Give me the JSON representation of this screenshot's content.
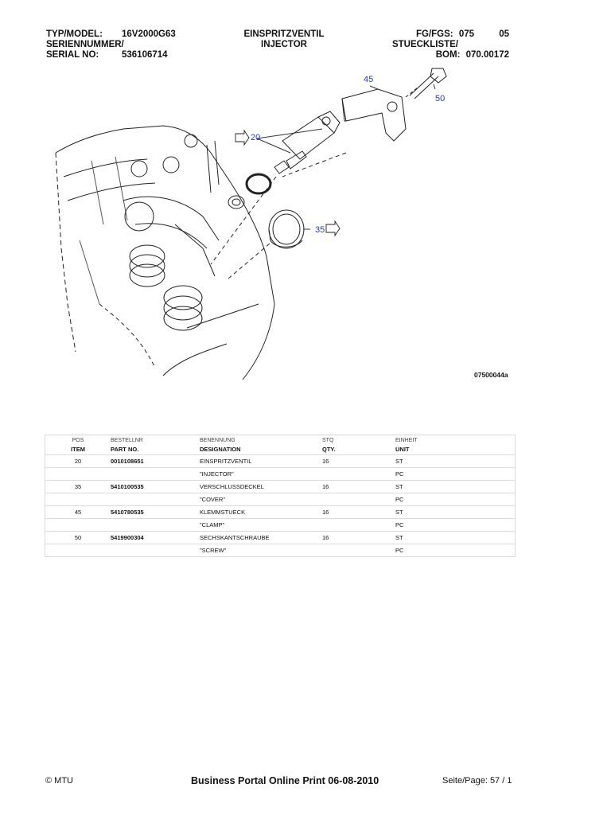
{
  "header": {
    "labels": [
      "TYP/MODEL:",
      "SERIENNUMMER/",
      "SERIAL NO:"
    ],
    "model": "16V2000G63",
    "serial": "536106714",
    "title_de": "EINSPRITZVENTIL",
    "title_en": "INJECTOR",
    "fg_label": "FG/FGS:",
    "fg_value": "075",
    "fgs_value": "05",
    "list_label": "STUECKLISTE/",
    "bom_label": "BOM:",
    "bom_value": "070.00172"
  },
  "diagram": {
    "callouts": [
      "20",
      "35",
      "45",
      "50"
    ],
    "drawing_id": "07500044a"
  },
  "table": {
    "header_de": [
      "POS",
      "BESTELLNR",
      "BENENNUNG",
      "STQ",
      "EINHEIT"
    ],
    "header_en": [
      "ITEM",
      "PART NO.",
      "DESIGNATION",
      "QTY.",
      "UNIT"
    ],
    "rows": [
      {
        "pos": "20",
        "part": "0010108651",
        "des": "EINSPRITZVENTIL",
        "qty": "16",
        "unit": "ST"
      },
      {
        "pos": "",
        "part": "",
        "des": "\"INJECTOR\"",
        "qty": "",
        "unit": "PC"
      },
      {
        "pos": "35",
        "part": "5410100535",
        "des": "VERSCHLUSSDECKEL",
        "qty": "16",
        "unit": "ST"
      },
      {
        "pos": "",
        "part": "",
        "des": "\"COVER\"",
        "qty": "",
        "unit": "PC"
      },
      {
        "pos": "45",
        "part": "5410780535",
        "des": "KLEMMSTUECK",
        "qty": "16",
        "unit": "ST"
      },
      {
        "pos": "",
        "part": "",
        "des": "\"CLAMP\"",
        "qty": "",
        "unit": "PC"
      },
      {
        "pos": "50",
        "part": "5419900304",
        "des": "SECHSKANTSCHRAUBE",
        "qty": "16",
        "unit": "ST"
      },
      {
        "pos": "",
        "part": "",
        "des": "\"SCREW\"",
        "qty": "",
        "unit": "PC"
      }
    ]
  },
  "footer": {
    "copyright": "© MTU",
    "print": "Business Portal Online Print 06-08-2010",
    "page_label": "Seite/Page:",
    "page": "57",
    "sep": "/",
    "total": "1"
  },
  "colors": {
    "callout": "#2b3bb8",
    "line": "#222222"
  }
}
